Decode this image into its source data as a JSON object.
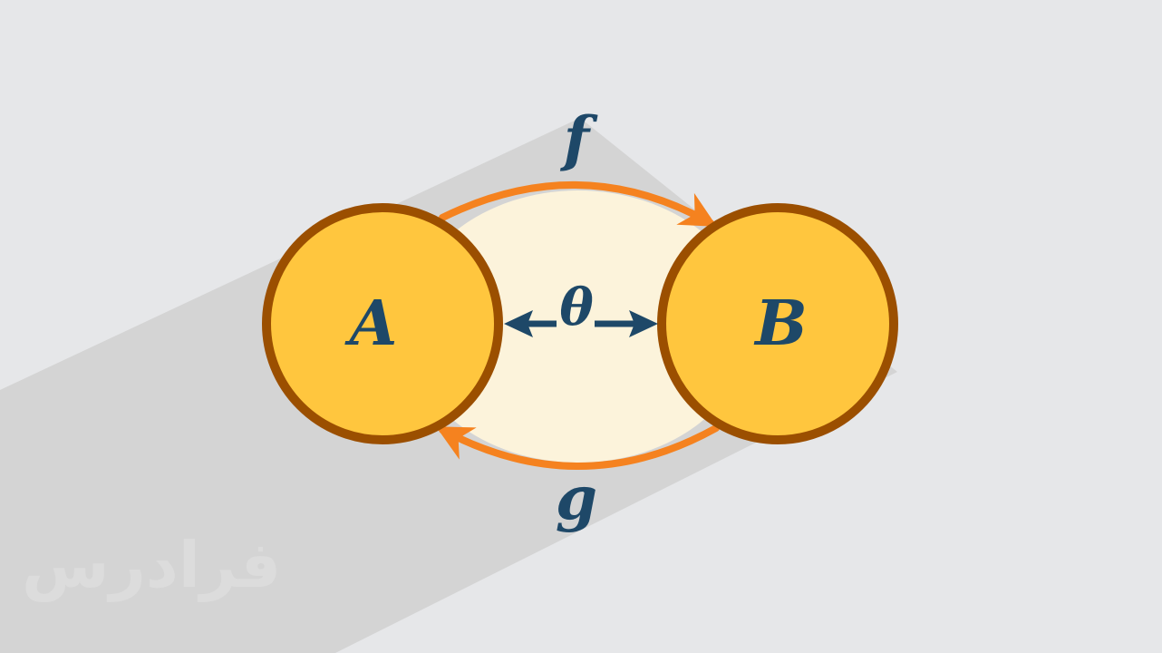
{
  "diagram": {
    "node_a_label": "A",
    "node_b_label": "B",
    "arrow_top_label": "f",
    "arrow_bottom_label": "g",
    "center_label": "θ"
  },
  "watermark": {
    "text": "فرادرس"
  },
  "colors": {
    "background": "#e6e7e9",
    "shadow": "#d4d4d4",
    "node_fill": "#ffc63e",
    "node_stroke": "#9b4f00",
    "ellipse_fill": "#fcf3db",
    "curve_arrow": "#f5821f",
    "text_navy": "#1e4868"
  }
}
